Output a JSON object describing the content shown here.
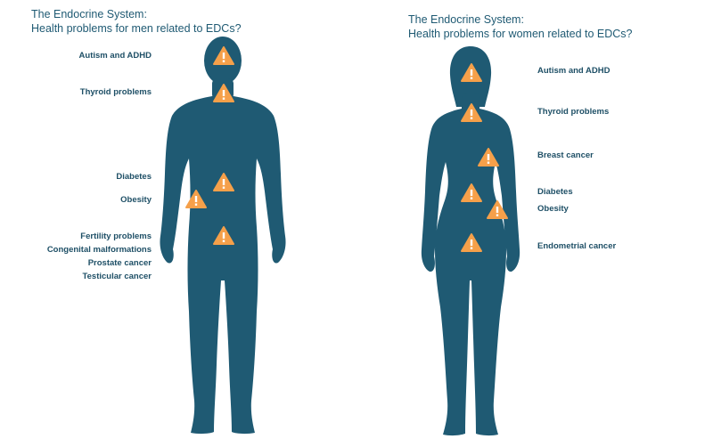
{
  "men": {
    "title_line1": "The Endocrine System:",
    "title_line2": "Health problems for men related to EDCs?",
    "labels": [
      "Autism and ADHD",
      "Thyroid problems",
      "Diabetes",
      "Obesity",
      "Fertility problems",
      "Congenital malformations",
      "Prostate cancer",
      "Testicular cancer"
    ]
  },
  "women": {
    "title_line1": "The Endocrine System:",
    "title_line2": "Health problems for women related to EDCs?",
    "labels": [
      "Autism and ADHD",
      "Thyroid problems",
      "Breast cancer",
      "Diabetes",
      "Obesity",
      "Endometrial cancer"
    ]
  },
  "colors": {
    "body": "#1f5a73",
    "warning": "#f5a04a",
    "text": "#1e4f66"
  },
  "icons": [
    "warning-icon"
  ]
}
